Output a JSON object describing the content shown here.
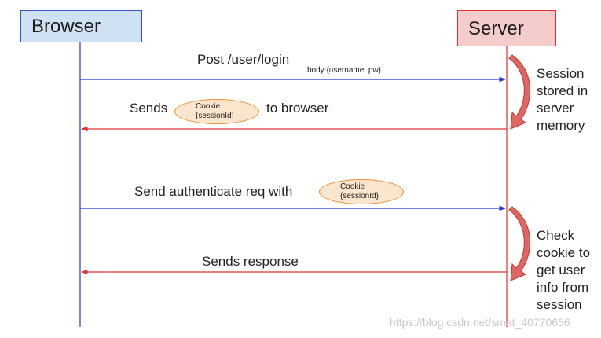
{
  "participants": {
    "browser": "Browser",
    "server": "Server"
  },
  "messages": [
    {
      "label": "Post /user/login",
      "detail": "body:{username, pw}"
    },
    {
      "prefix": "Sends",
      "cookie_line1": "Cookie",
      "cookie_line2": "{sessionId}",
      "suffix": "to browser"
    },
    {
      "label": "Send authenticate req with",
      "cookie_line1": "Cookie",
      "cookie_line2": "{sessionId}"
    },
    {
      "label": "Sends response"
    }
  ],
  "notes": {
    "session_stored": "Session\nstored in\nserver\nmemory",
    "check_cookie": "Check\ncookie to\nget user\ninfo from\nsession"
  },
  "watermark": "https://blog.csdn.net/smat_40770656",
  "colors": {
    "request": "#2438d6",
    "response": "#e03030",
    "cookie_fill": "#fce5cd",
    "cookie_stroke": "#e69138"
  }
}
